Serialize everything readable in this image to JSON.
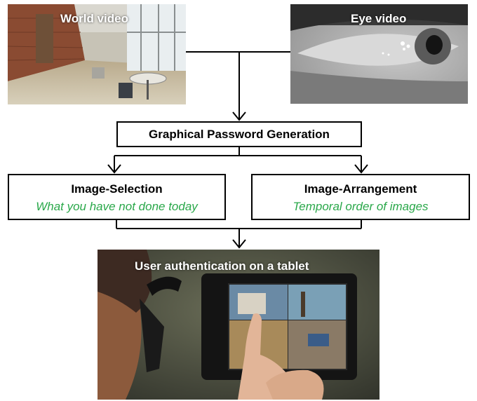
{
  "world_video": {
    "label": "World video"
  },
  "eye_video": {
    "label": "Eye video"
  },
  "generation": {
    "title": "Graphical Password Generation"
  },
  "selection": {
    "title": "Image-Selection",
    "subtitle": "What you have not done today"
  },
  "arrangement": {
    "title": "Image-Arrangement",
    "subtitle": "Temporal order of images"
  },
  "tablet_photo": {
    "label": "User authentication on a tablet"
  },
  "colors": {
    "subtitle": "#2aa84a",
    "line": "#000000"
  }
}
